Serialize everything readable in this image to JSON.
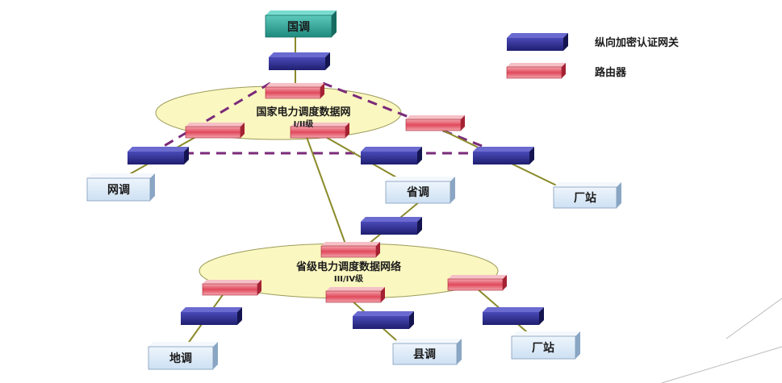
{
  "legend": {
    "gateway_label": "纵向加密认证网关",
    "router_label": "路由器"
  },
  "national_network": {
    "title": "国家电力调度数据网",
    "level": "I/II级"
  },
  "provincial_network": {
    "title": "省级电力调度数据网络",
    "level": "III/IV级"
  },
  "nodes": {
    "guodiao": "国调",
    "wangdiao": "网调",
    "shengdiao": "省调",
    "changzhan_top": "厂站",
    "didiao": "地调",
    "xiandiao": "县调",
    "changzhan_bottom": "厂站"
  },
  "colors": {
    "gateway": "#2b2b8c",
    "router": "#d9364a",
    "node_top": "#2fa79a",
    "node_box": "#dbe9f7",
    "ellipse": "#fbf7c0",
    "link": "#8a8a2a",
    "dashed": "#7a2a7a"
  }
}
